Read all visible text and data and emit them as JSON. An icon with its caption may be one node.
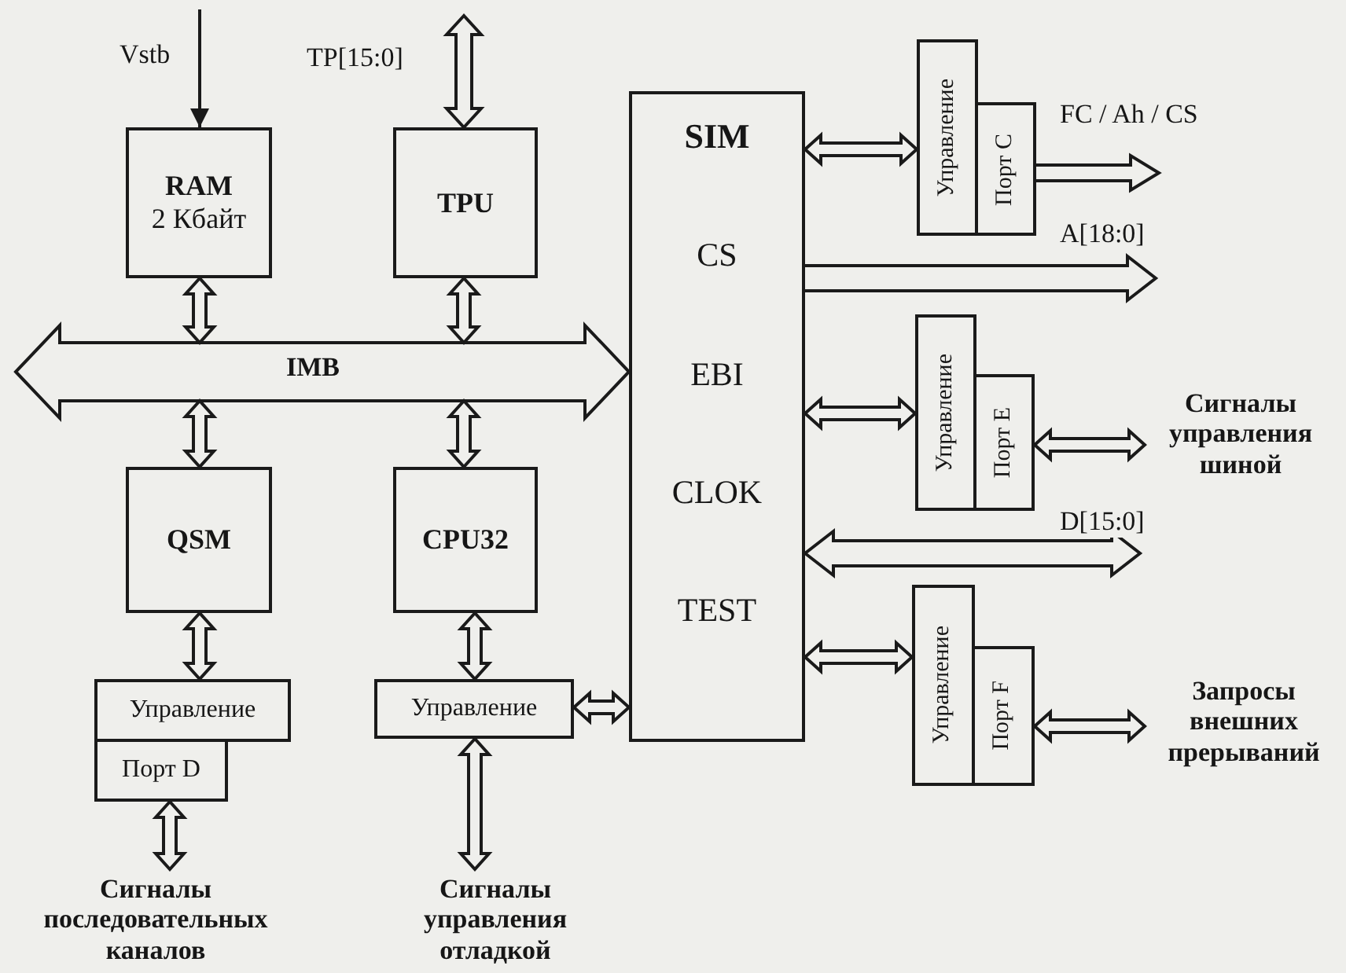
{
  "diagram": {
    "nodes": [
      {
        "text": [
          "RAM",
          "2 Кбайт"
        ]
      },
      {
        "text": [
          "TPU"
        ]
      },
      {
        "text": [
          "SIM",
          "CS",
          "EBI",
          "CLOK",
          "TEST"
        ]
      },
      {
        "text": [
          "Управление"
        ]
      },
      {
        "text": [
          "Порт C"
        ]
      },
      {
        "text": [
          "Управление"
        ]
      },
      {
        "text": [
          "Порт E"
        ]
      },
      {
        "text": [
          "Сигналы управления шиной"
        ]
      },
      {
        "text": [
          "QSM"
        ]
      },
      {
        "text": [
          "CPU32"
        ]
      },
      {
        "text": [
          "Управление"
        ]
      },
      {
        "text": [
          "Порт D"
        ]
      },
      {
        "text": [
          "Управление"
        ]
      },
      {
        "text": [
          "Управление"
        ]
      },
      {
        "text": [
          "Порт F"
        ]
      },
      {
        "text": [
          "Запросы внешних прерываний"
        ]
      },
      {
        "text": [
          "Сигналы последовательных каналов"
        ]
      },
      {
        "text": [
          "Сигналы управления отладкой"
        ]
      }
    ],
    "edges": [
      {
        "from": null,
        "to": 0,
        "arrow": "to",
        "label": "Vstb"
      },
      {
        "from": null,
        "to": 1,
        "arrow": "both",
        "label": "TP[15:0]",
        "style": "thick"
      },
      {
        "from": null,
        "to": 2,
        "arrow": "both",
        "label": "IMB",
        "style": "thick"
      },
      {
        "from": 0,
        "to": null,
        "arrow": "both",
        "style": "thick"
      },
      {
        "from": 1,
        "to": null,
        "arrow": "both",
        "style": "thick"
      },
      {
        "from": null,
        "to": 8,
        "arrow": "both",
        "style": "thick"
      },
      {
        "from": null,
        "to": 9,
        "arrow": "both",
        "style": "thick"
      },
      {
        "from": 2,
        "to": 3,
        "arrow": "both",
        "style": "thick"
      },
      {
        "from": 4,
        "to": null,
        "arrow": "to",
        "label": "FC / Ah / CS",
        "style": "thick"
      },
      {
        "from": 2,
        "to": null,
        "arrow": "to",
        "label": "A[18:0]",
        "style": "thick"
      },
      {
        "from": 2,
        "to": 5,
        "arrow": "both",
        "style": "thick"
      },
      {
        "from": 6,
        "to": 7,
        "arrow": "both",
        "style": "thick"
      },
      {
        "from": 2,
        "to": null,
        "arrow": "both",
        "label": "D[15:0]",
        "style": "thick"
      },
      {
        "from": 2,
        "to": 13,
        "arrow": "both",
        "style": "thick"
      },
      {
        "from": 14,
        "to": 15,
        "arrow": "both",
        "style": "thick"
      },
      {
        "from": 8,
        "to": 10,
        "arrow": "both",
        "style": "thick"
      },
      {
        "from": 9,
        "to": 12,
        "arrow": "both",
        "style": "thick"
      },
      {
        "from": 12,
        "to": 2,
        "arrow": "both",
        "style": "thick"
      },
      {
        "from": 11,
        "to": 16,
        "arrow": "both",
        "style": "thick"
      },
      {
        "from": 12,
        "to": 17,
        "arrow": "both",
        "style": "thick"
      }
    ]
  }
}
